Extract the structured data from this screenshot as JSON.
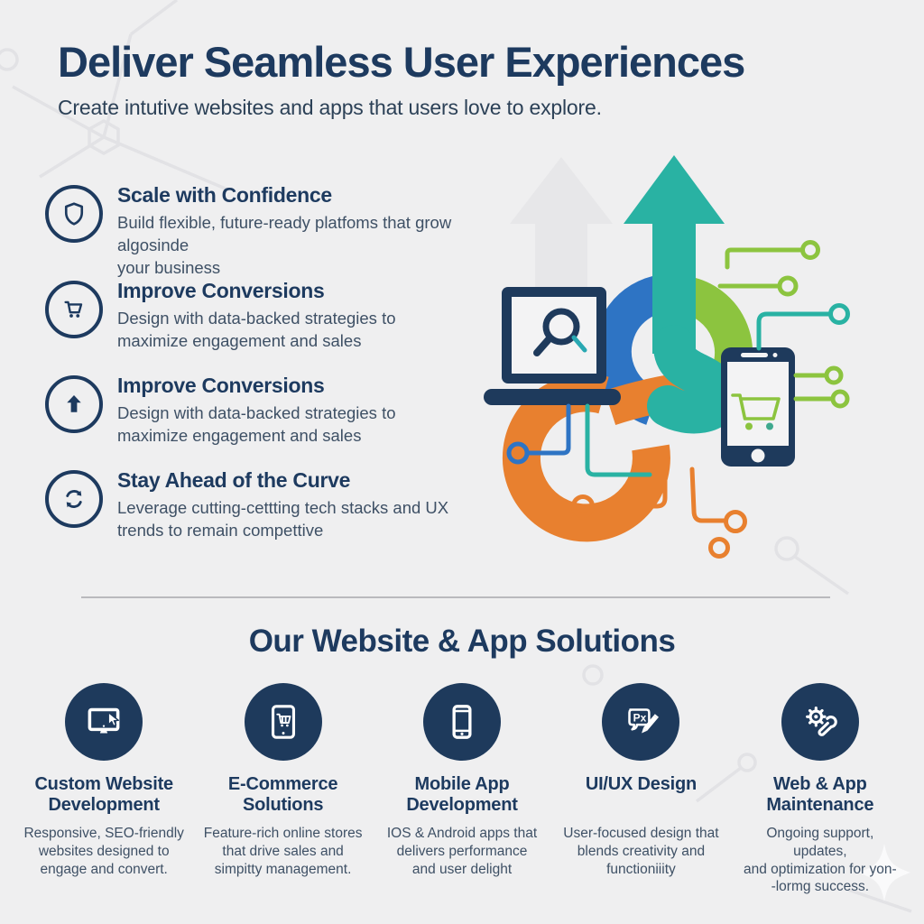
{
  "page": {
    "background": "#efeff0"
  },
  "header": {
    "title": "Deliver Seamless User Experiences",
    "subtitle": "Create intutive websites and apps that users love to explore."
  },
  "features": [
    {
      "icon": "shield-icon",
      "title": "Scale with Confidence",
      "description": "Build flexible, future-ready platfoms that grow algosinde\nyour business"
    },
    {
      "icon": "cart-icon",
      "title": "Improve Conversions",
      "description": "Design with data-backed strategies to\nmaximize engagement and sales"
    },
    {
      "icon": "arrow-up-icon",
      "title": "Improve Conversions",
      "description": "Design with data-backed strategies to\nmaximize engagement and sales"
    },
    {
      "icon": "refresh-icon",
      "title": "Stay Ahead of the Curve",
      "description": "Leverage cutting-cettting tech stacks and UX\ntrends to remain compettive"
    }
  ],
  "solutions": {
    "heading": "Our Website & App Solutions",
    "cards": [
      {
        "icon": "desktop-cursor-icon",
        "title": "Custom Website\nDevelopment",
        "description": "Responsive, SEO-friendly\nwebsites designed to\nengage and convert."
      },
      {
        "icon": "tablet-cart-icon",
        "title": "E-Commerce\nSolutions",
        "description": "Feature-rich online stores\nthat drive sales and\nsimpitty management."
      },
      {
        "icon": "smartphone-icon",
        "title": "Mobile App\nDevelopment",
        "description": "IOS & Android apps that\ndelivers performance\nand user delight"
      },
      {
        "icon": "px-pencil-icon",
        "icon_label": "Px",
        "title": "UI/UX Design",
        "description": "User-focused design that\nblends creativity and\nfunctioniiity"
      },
      {
        "icon": "gear-wrench-icon",
        "title": "Web & App\nMaintenance",
        "description": "Ongoing support, updates,\nand optimization for yon-\n-lormg success."
      }
    ]
  },
  "illustration": {
    "components": [
      "growth-arrow",
      "ring-loops",
      "laptop-with-magnifier",
      "smartphone-with-cart",
      "circuit-nodes"
    ],
    "colors": {
      "navy": "#1e3a5c",
      "teal": "#29b2a3",
      "blue": "#2e74c4",
      "green": "#8cc43f",
      "orange": "#e8802f"
    }
  }
}
